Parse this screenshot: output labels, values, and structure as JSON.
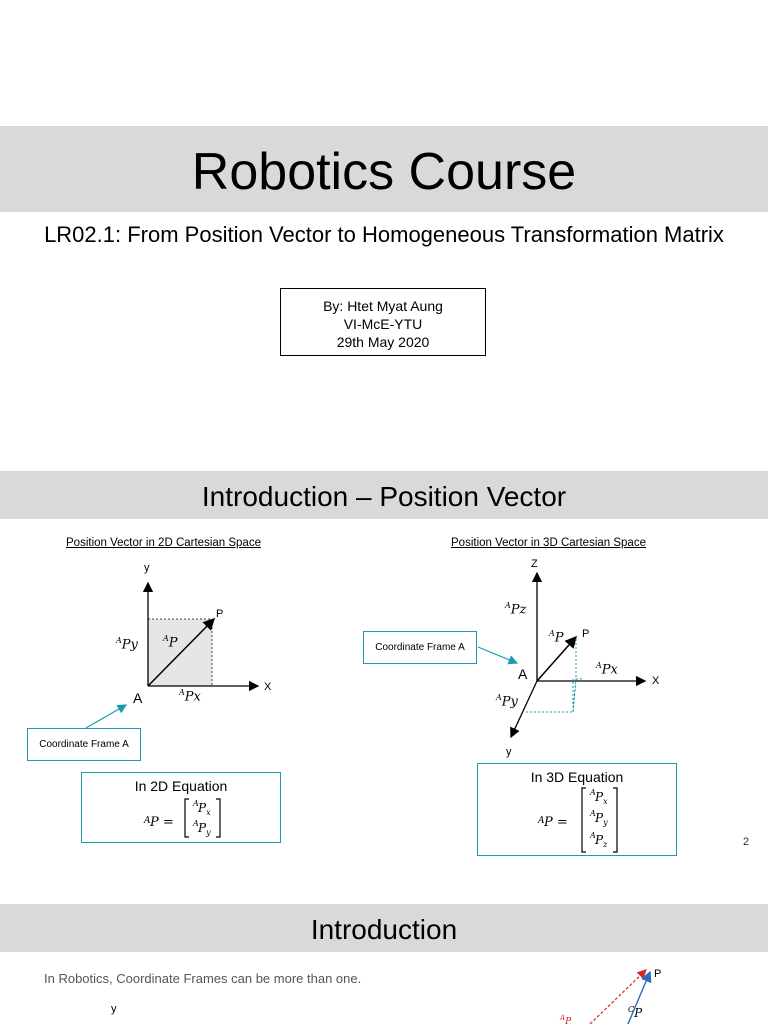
{
  "slide1": {
    "title": "Robotics Course",
    "subtitle": "LR02.1: From Position Vector to Homogeneous Transformation Matrix",
    "byline": [
      "By: Htet Myat Aung",
      "VI-McE-YTU",
      "29th May 2020"
    ]
  },
  "slide2": {
    "title": "Introduction – Position Vector",
    "left_caption": "Position Vector in 2D Cartesian Space",
    "right_caption": "Position Vector in 3D Cartesian Space",
    "left_axes": {
      "y": "y",
      "x": "X",
      "origin": "A",
      "point": "P"
    },
    "left_labels": {
      "py": "Py",
      "p": "P",
      "px": "Px",
      "sup": "A"
    },
    "left_callout": "Coordinate Frame A",
    "left_eq_title": "In 2D Equation",
    "right_axes": {
      "z": "Z",
      "x": "X",
      "y": "y",
      "origin": "A",
      "point": "P"
    },
    "right_labels": {
      "pz": "Pz",
      "p": "P",
      "px": "Px",
      "py": "Py",
      "sup": "A"
    },
    "right_callout": "Coordinate Frame A",
    "right_eq_title": "In 3D Equation",
    "page_number": "2"
  },
  "slide3": {
    "title": "Introduction",
    "text": "In Robotics, Coordinate Frames can be more than one.",
    "labels": {
      "y": "y",
      "p": "P",
      "cp": "P",
      "ap": "P"
    }
  },
  "colors": {
    "band": "#d9d9d9",
    "accent": "#1a9bb0",
    "blue": "#2a6ebb",
    "red": "#d9262b"
  }
}
